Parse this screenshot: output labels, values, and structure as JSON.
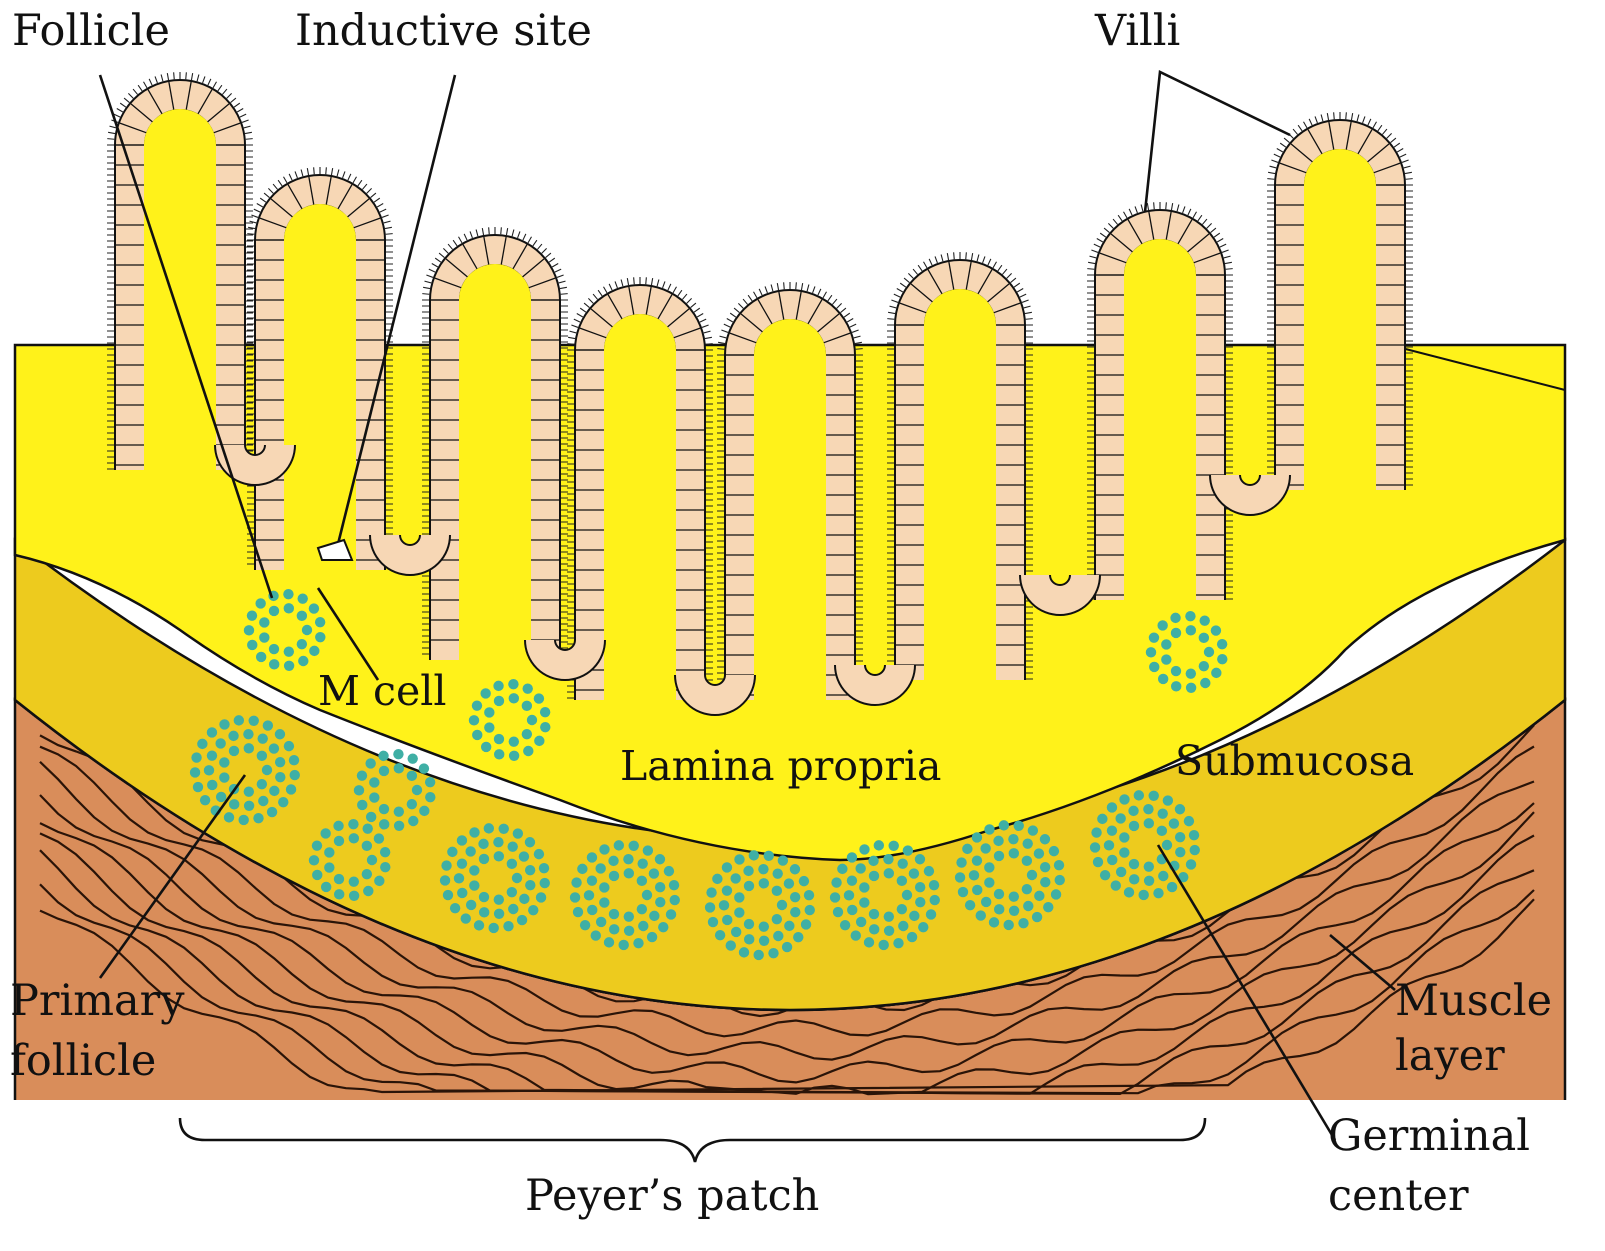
{
  "labels": {
    "follicle": "Follicle",
    "inductive_site": "Inductive site",
    "villi": "Villi",
    "m_cell": "M cell",
    "lamina_propria": "Lamina propria",
    "submucosa": "Submucosa",
    "primary_follicle_1": "Primary",
    "primary_follicle_2": "follicle",
    "muscle_layer_1": "Muscle",
    "muscle_layer_2": "layer",
    "germinal_center_1": "Germinal",
    "germinal_center_2": "center",
    "peyers_patch": "Peyer’s patch"
  },
  "colors": {
    "lamina_propria": "#FFF21A",
    "submucosa": "#EDCB1E",
    "muscle": "#D98D5A",
    "epithelium": "#F7D7B5",
    "lymphocyte": "#3FAFA5",
    "outline": "#111111"
  }
}
